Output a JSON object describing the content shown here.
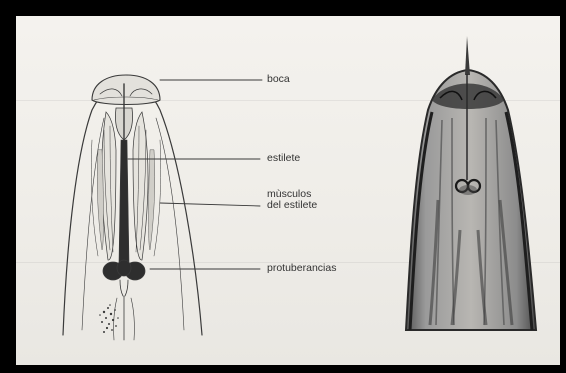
{
  "labels": {
    "boca": "boca",
    "estilete": "estilete",
    "musculos_line1": "mùsculos",
    "musculos_line2": "del estilete",
    "protuberancias": "protuberancias"
  },
  "colors": {
    "frame": "#000000",
    "paper": "#f1efea",
    "ink": "#3a3a3a",
    "photo_dark": "#2e2e2e",
    "photo_mid": "#8a8a8a"
  }
}
